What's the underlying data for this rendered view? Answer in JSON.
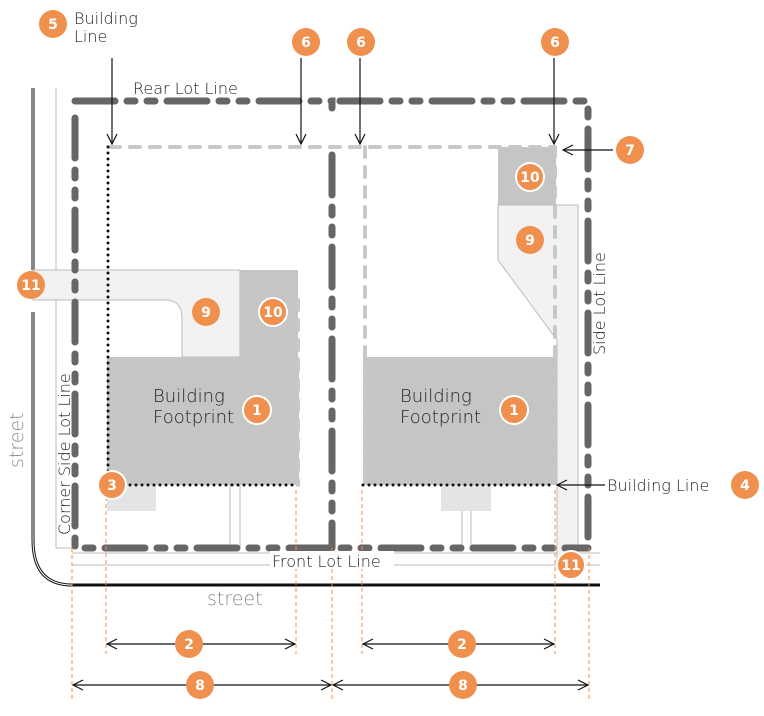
{
  "labels": {
    "building_line_top": [
      "Building",
      "Line"
    ],
    "rear_lot_line": "Rear Lot Line",
    "side_lot_line": "Side Lot Line",
    "corner_side_lot_line": "Corner Side Lot Line",
    "front_lot_line": "Front Lot Line",
    "building_line_right": "Building Line",
    "street_bottom": "street",
    "street_left": "street",
    "footprint_left": [
      "Building",
      "Footprint"
    ],
    "footprint_right": [
      "Building",
      "Footprint"
    ]
  },
  "badges": {
    "b1_left": "1",
    "b1_right": "1",
    "b2_left": "2",
    "b2_right": "2",
    "b3": "3",
    "b4": "4",
    "b5": "5",
    "b6_a": "6",
    "b6_b": "6",
    "b6_c": "6",
    "b7": "7",
    "b8_left": "8",
    "b8_right": "8",
    "b9_left": "9",
    "b9_right": "9",
    "b10_left": "10",
    "b10_right": "10",
    "b11_left": "11",
    "b11_right": "11"
  },
  "colors": {
    "badge": "#f0904e",
    "lot_line": "#666666",
    "footprint": "#c4c5c4",
    "setback": "#c8c8c8",
    "driveway": "#f2f2f2",
    "dim_line": "#f0904e"
  }
}
